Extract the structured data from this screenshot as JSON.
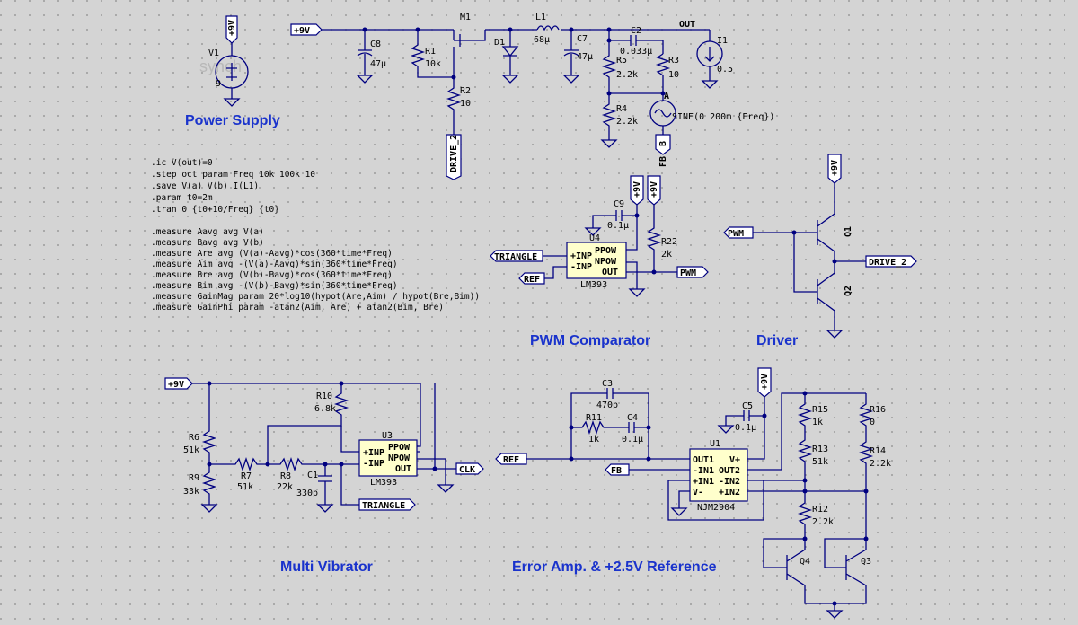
{
  "titles": {
    "power_supply": "Power Supply",
    "pwm_comparator": "PWM Comparator",
    "driver": "Driver",
    "multi_vibrator": "Multi Vibrator",
    "error_amp": "Error Amp. & +2.5V Reference"
  },
  "watermark": "synch",
  "directives": [
    ".ic V(out)=0",
    ".step oct param Freq 10k 100k 10",
    ".save V(a) V(b)  I(L1)",
    ".param t0=2m",
    ".tran 0 {t0+10/Freq} {t0}",
    "",
    ".measure Aavg avg V(a)",
    ".measure Bavg avg V(b)",
    ".measure Are avg  (V(a)-Aavg)*cos(360*time*Freq)",
    ".measure Aim avg -(V(a)-Aavg)*sin(360*time*Freq)",
    ".measure Bre avg  (V(b)-Bavg)*cos(360*time*Freq)",
    ".measure Bim avg -(V(b)-Bavg)*sin(360*time*Freq)",
    ".measure GainMag param 20*log10(hypot(Are,Aim) / hypot(Bre,Bim))",
    ".measure GainPhi param -atan2(Aim, Are) + atan2(Bim, Bre)"
  ],
  "nets": {
    "p9v": "+9V",
    "out": "OUT",
    "a": "A",
    "b": "B",
    "fb": "FB",
    "drive2": "DRIVE_2",
    "pwm": "PWM",
    "triangle": "TRIANGLE",
    "ref": "REF",
    "clk": "CLK"
  },
  "power": {
    "v1_name": "V1",
    "v1_value": "9",
    "m1": "M1",
    "l1": "L1",
    "l1_value": "68µ",
    "c8": "C8",
    "c8_value": "47µ",
    "r1": "R1",
    "r1_value": "10k",
    "r2": "R2",
    "r2_value": "10",
    "d1": "D1",
    "c7": "C7",
    "c7_value": "47µ",
    "c2": "C2",
    "c2_value": "0.033µ",
    "r5": "R5",
    "r5_value": "2.2k",
    "r3": "R3",
    "r3_value": "10",
    "r4": "R4",
    "r4_value": "2.2k",
    "sine": "SINE(0 200m {Freq})",
    "i1": "I1",
    "i1_value": "0.5"
  },
  "pwm": {
    "c9": "C9",
    "c9_value": "0.1µ",
    "u4": "U4",
    "u4_model": "LM393",
    "pins": [
      "+INP",
      "-INP",
      "PPOW",
      "NPOW",
      "OUT"
    ],
    "r22": "R22",
    "r22_value": "2k"
  },
  "driver": {
    "q1": "Q1",
    "q2": "Q2"
  },
  "mv": {
    "r10": "R10",
    "r10_value": "6.8k",
    "r6": "R6",
    "r6_value": "51k",
    "r9": "R9",
    "r9_value": "33k",
    "r7": "R7",
    "r7_value": "51k",
    "r8": "R8",
    "r8_value": "22k",
    "c1": "C1",
    "c1_value": "330p",
    "u3": "U3",
    "u3_model": "LM393",
    "pins": [
      "+INP",
      "-INP",
      "PPOW",
      "NPOW",
      "OUT"
    ]
  },
  "ea": {
    "c3": "C3",
    "c3_value": "470p",
    "r11": "R11",
    "r11_value": "1k",
    "c4": "C4",
    "c4_value": "0.1µ",
    "c5": "C5",
    "c5_value": "0.1µ",
    "u1": "U1",
    "u1_model": "NJM2904",
    "pins_left": [
      "OUT1",
      "-IN1",
      "+IN1",
      "V-"
    ],
    "pins_right": [
      "V+",
      "OUT2",
      "-IN2",
      "+IN2"
    ],
    "r15": "R15",
    "r15_value": "1k",
    "r16": "R16",
    "r16_value": "0",
    "r13": "R13",
    "r13_value": "51k",
    "r14": "R14",
    "r14_value": "2.2k",
    "r12": "R12",
    "r12_value": "2.2k",
    "q4": "Q4",
    "q3": "Q3"
  },
  "colors": {
    "background": "#d4d4d4",
    "wire": "#000080",
    "title": "#1a33cc",
    "ic_fill": "#ffffcc"
  }
}
